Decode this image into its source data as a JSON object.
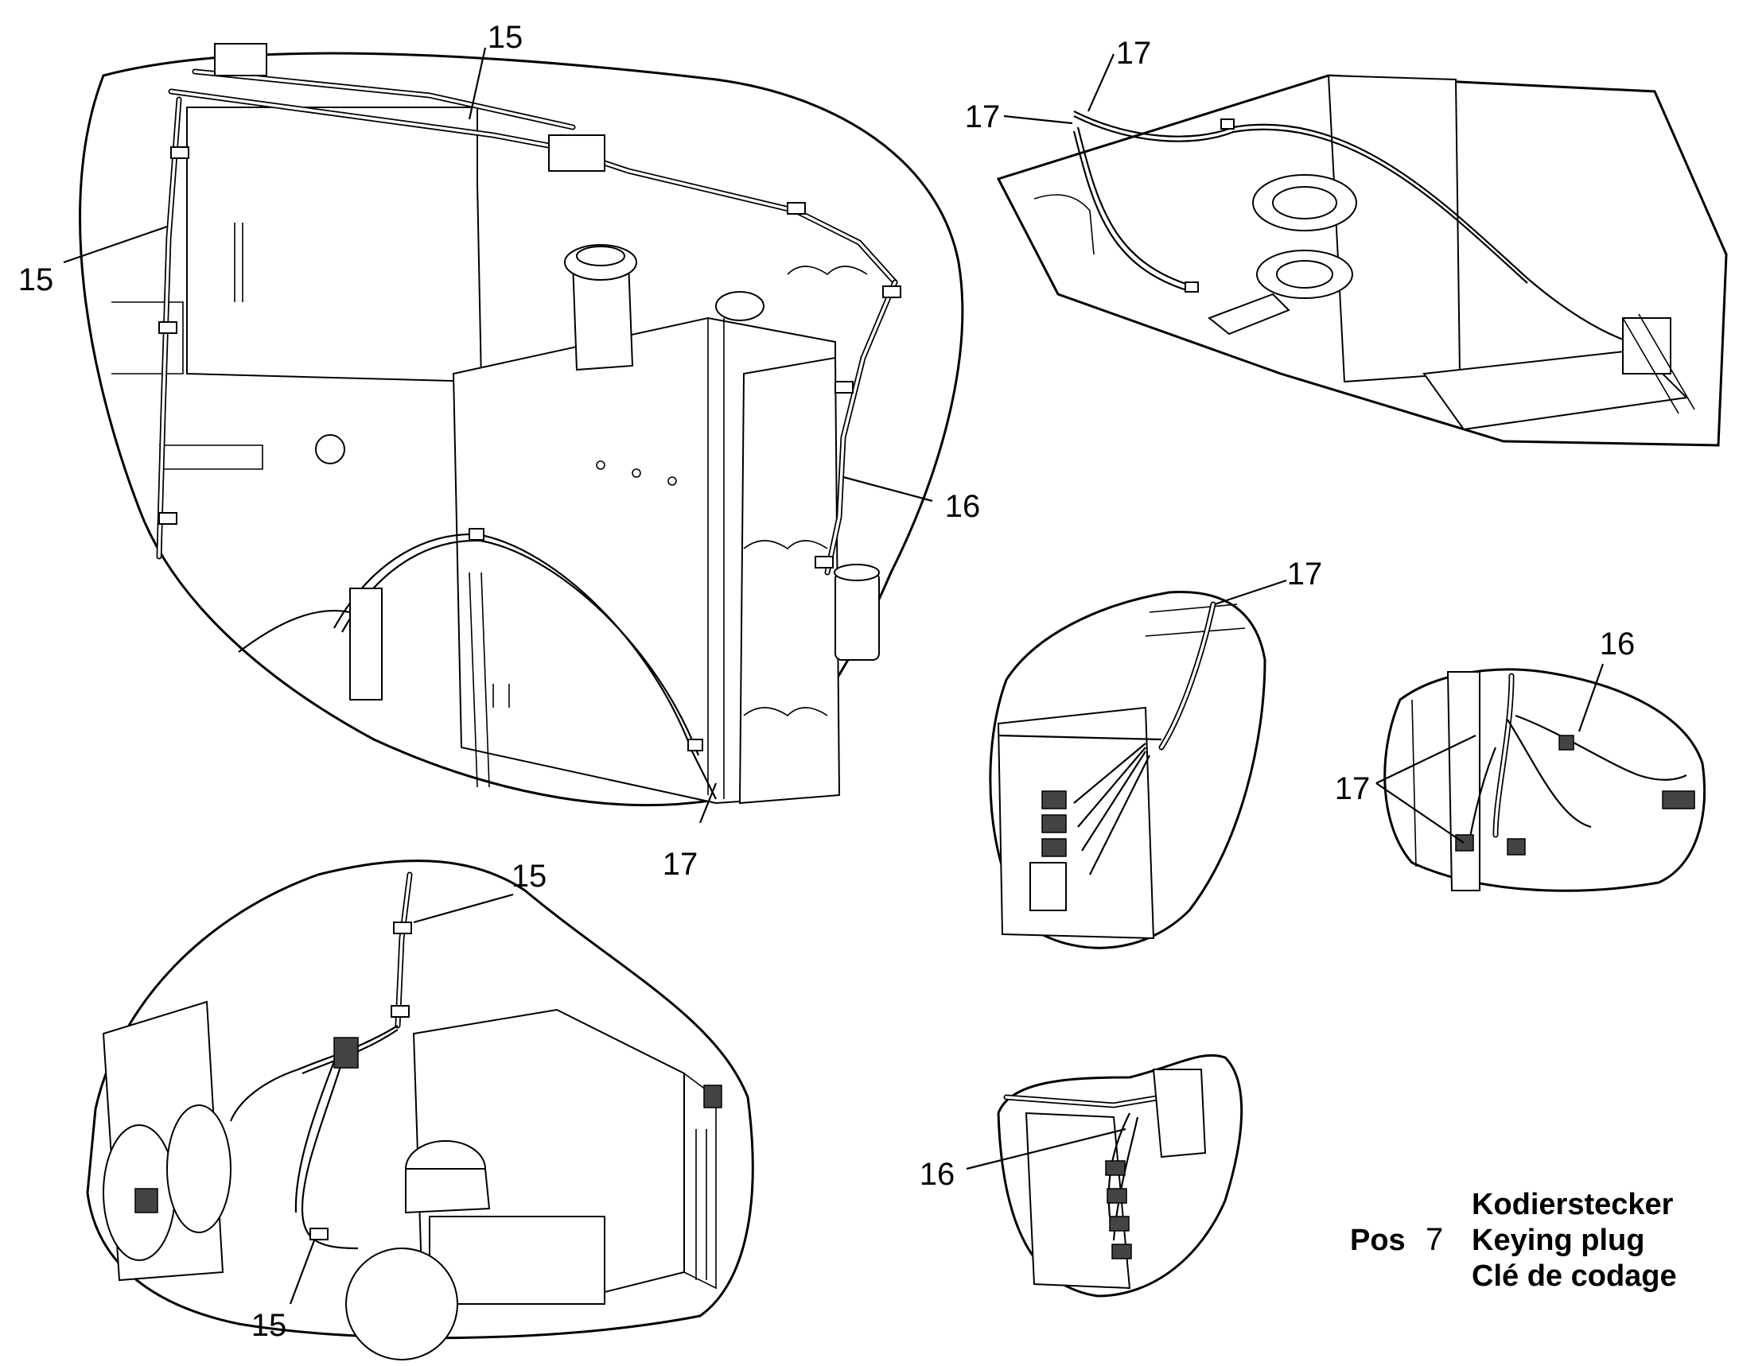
{
  "callouts": {
    "main_15_top": "15",
    "main_15_left": "15",
    "main_16": "16",
    "main_17": "17",
    "tr_17_a": "17",
    "tr_17_b": "17",
    "mid_17": "17",
    "right_16": "16",
    "right_17": "17",
    "bl_15_top": "15",
    "bl_15_bottom": "15",
    "br_16": "16"
  },
  "legend": {
    "pos_prefix": "Pos",
    "pos_number": "7",
    "lines": [
      "Kodierstecker",
      "Keying plug",
      "Clé de codage"
    ]
  }
}
